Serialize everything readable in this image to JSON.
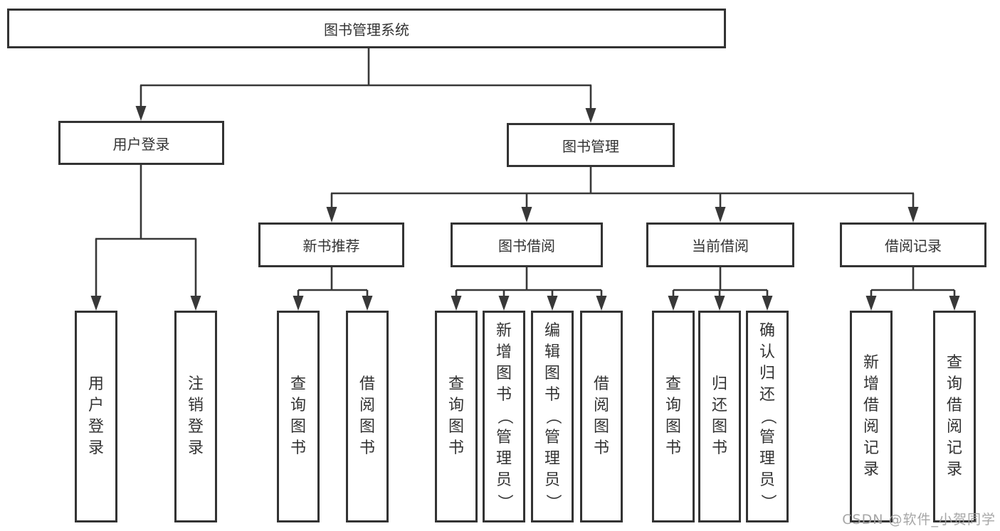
{
  "diagram": {
    "root": {
      "label": "图书管理系统"
    },
    "branches": [
      {
        "label": "用户登录",
        "children": [
          {
            "label": "用户登录"
          },
          {
            "label": "注销登录"
          }
        ]
      },
      {
        "label": "图书管理",
        "children": [
          {
            "label": "新书推荐",
            "children": [
              {
                "label": "查询图书"
              },
              {
                "label": "借阅图书"
              }
            ]
          },
          {
            "label": "图书借阅",
            "children": [
              {
                "label": "查询图书"
              },
              {
                "label": "新增图书（管理员）"
              },
              {
                "label": "编辑图书（管理员）"
              },
              {
                "label": "借阅图书"
              }
            ]
          },
          {
            "label": "当前借阅",
            "children": [
              {
                "label": "查询图书"
              },
              {
                "label": "归还图书"
              },
              {
                "label": "确认归还（管理员）"
              }
            ]
          },
          {
            "label": "借阅记录",
            "children": [
              {
                "label": "新增借阅记录"
              },
              {
                "label": "查询借阅记录"
              }
            ]
          }
        ]
      }
    ]
  },
  "watermark": {
    "text": "CSDN @软件_小贺同学"
  },
  "colors": {
    "line": "#383838",
    "box_border": "#333333",
    "text": "#333333",
    "watermark": "#9e9e9e",
    "background": "#ffffff"
  }
}
